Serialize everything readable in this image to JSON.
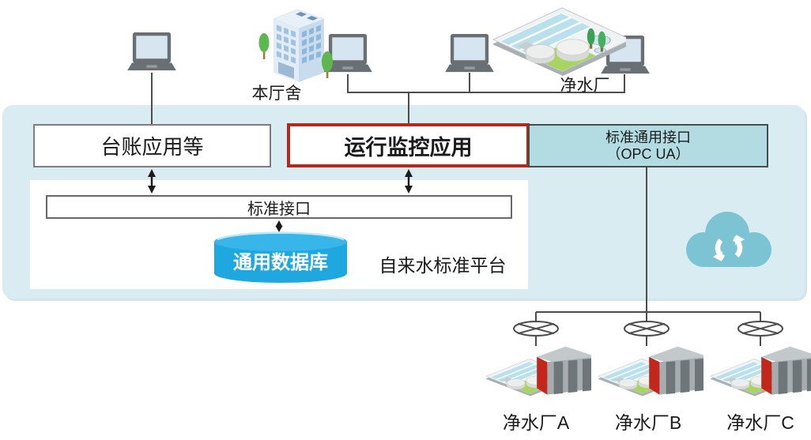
{
  "diagram": {
    "hall": {
      "label": "本厅舍"
    },
    "plant_top": {
      "label": "净水厂"
    },
    "ledger_box": {
      "label": "台账应用等"
    },
    "monitor_box": {
      "label": "运行监控应用"
    },
    "opc_box": {
      "line1": "标准通用接口",
      "line2": "（OPC UA）"
    },
    "interface_bar": {
      "label": "标准接口"
    },
    "database": {
      "label": "通用数据库"
    },
    "platform": {
      "label": "自来水标准平台"
    },
    "plants_bottom": [
      {
        "label": "净水厂A"
      },
      {
        "label": "净水厂B"
      },
      {
        "label": "净水厂C"
      }
    ],
    "colors": {
      "panel_bg": "#d9ecf2",
      "opc_fill": "#b3dce2",
      "monitor_border": "#b22a1d",
      "cylinder_blue": "#1fa8e0",
      "cloud_teal": "#7cc3d4",
      "line_gray": "#4d4d4d",
      "plant_red": "#c1271b"
    }
  }
}
